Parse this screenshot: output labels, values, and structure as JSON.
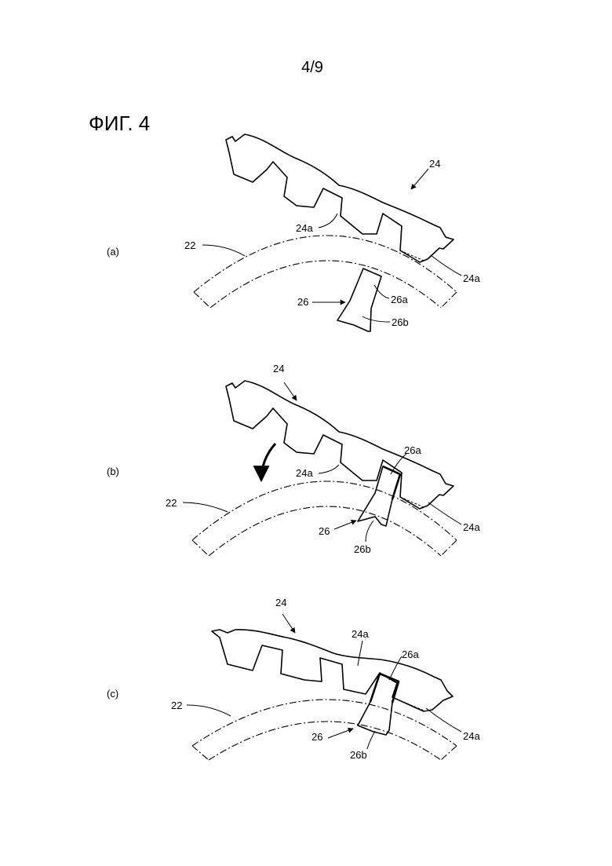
{
  "page": {
    "number": "4/9"
  },
  "figure": {
    "title": "ФИГ. 4",
    "panels": [
      {
        "id": "a",
        "caption": "(a)",
        "labels": {
          "rim": "22",
          "segment": "24",
          "protrusion_left": "24a",
          "protrusion_right": "24a",
          "chip": "26",
          "chip_top": "26a",
          "chip_base": "26b"
        }
      },
      {
        "id": "b",
        "caption": "(b)",
        "labels": {
          "rim": "22",
          "segment": "24",
          "protrusion_left": "24a",
          "protrusion_right": "24a",
          "chip": "26",
          "chip_top": "26a",
          "chip_base": "26b"
        }
      },
      {
        "id": "c",
        "caption": "(c)",
        "labels": {
          "rim": "22",
          "segment": "24",
          "protrusion_left": "24a",
          "protrusion_right": "24a",
          "chip": "26",
          "chip_top": "26a",
          "chip_base": "26b"
        }
      }
    ]
  }
}
